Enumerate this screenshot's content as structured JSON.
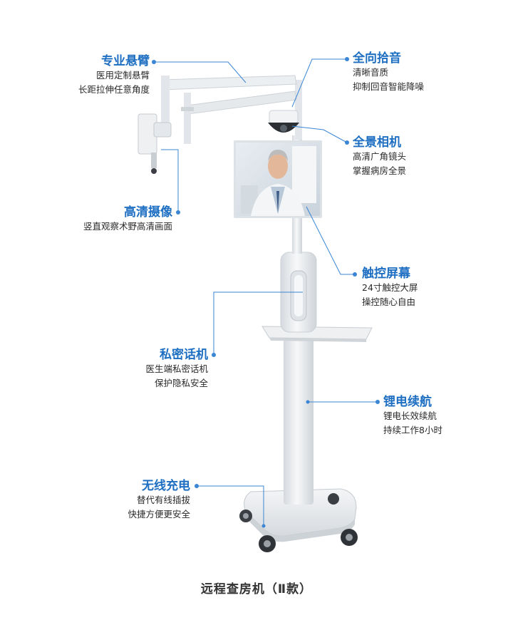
{
  "features": {
    "arm": {
      "title": "专业悬臂",
      "lines": [
        "医用定制悬臂",
        "长距拉伸任意角度"
      ]
    },
    "audio": {
      "title": "全向拾音",
      "lines": [
        "清晰音质",
        "抑制回音智能降噪"
      ]
    },
    "panorama": {
      "title": "全景相机",
      "lines": [
        "高清广角镜头",
        "掌握病房全景"
      ]
    },
    "hdcam": {
      "title": "高清摄像",
      "lines": [
        "竖直观察术野高清画面"
      ]
    },
    "touch": {
      "title": "触控屏幕",
      "lines": [
        "24寸触控大屏",
        "操控随心自由"
      ]
    },
    "handset": {
      "title": "私密话机",
      "lines": [
        "医生端私密话机",
        "保护隐私安全"
      ]
    },
    "battery": {
      "title": "锂电续航",
      "lines": [
        "锂电长效续航",
        "持续工作8小时"
      ]
    },
    "charging": {
      "title": "无线充电",
      "lines": [
        "替代有线插拔",
        "快捷方便更安全"
      ]
    }
  },
  "product": {
    "caption": "远程查房机（Ⅱ款）"
  },
  "colors": {
    "accent": "#1e6fc2",
    "leader": "#3a86d4",
    "body": "#e9ecef"
  }
}
